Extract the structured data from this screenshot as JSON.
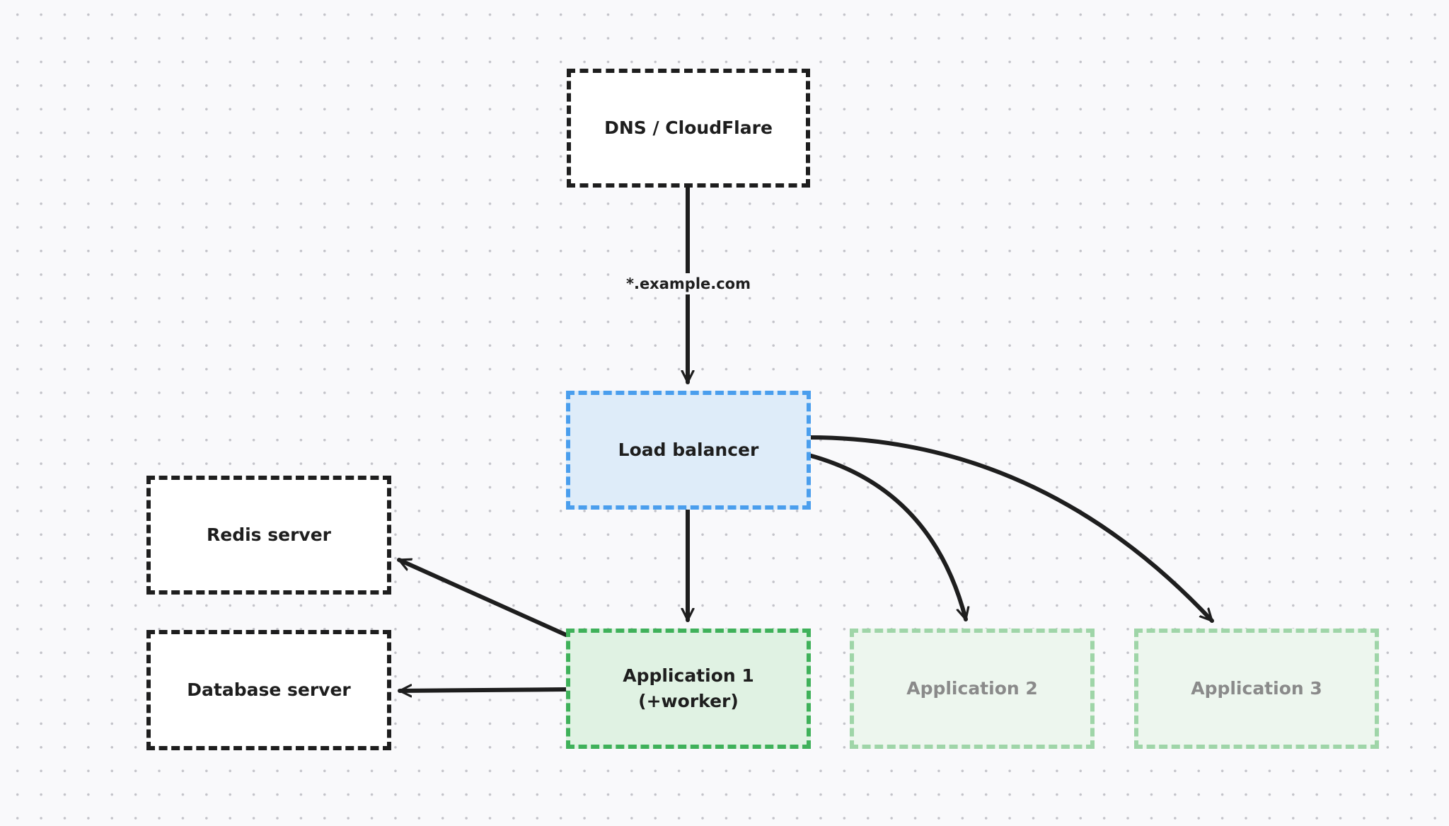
{
  "diagram": {
    "nodes": {
      "dns": {
        "label": "DNS / CloudFlare"
      },
      "load_balancer": {
        "label": "Load balancer"
      },
      "redis": {
        "label": "Redis server"
      },
      "database": {
        "label": "Database server"
      },
      "app1": {
        "label": "Application 1\n(+worker)"
      },
      "app2": {
        "label": "Application 2"
      },
      "app3": {
        "label": "Application 3"
      }
    },
    "edges": {
      "dns_to_lb": {
        "label": "*.example.com"
      }
    },
    "colors": {
      "stroke": "#1e1e1e",
      "node_fill": "#ffffff",
      "lb_stroke": "#4a9eed",
      "lb_fill": "#deecf9",
      "app_stroke": "#3fb15a",
      "app_fill": "#e0f2e3",
      "app_faded_stroke": "#9fd5a8",
      "app_faded_fill": "#edf6ee",
      "app_faded_text": "#8a8a8a",
      "canvas_background": "#f9f9fb",
      "grid_dot": "#c3c3c9"
    }
  }
}
